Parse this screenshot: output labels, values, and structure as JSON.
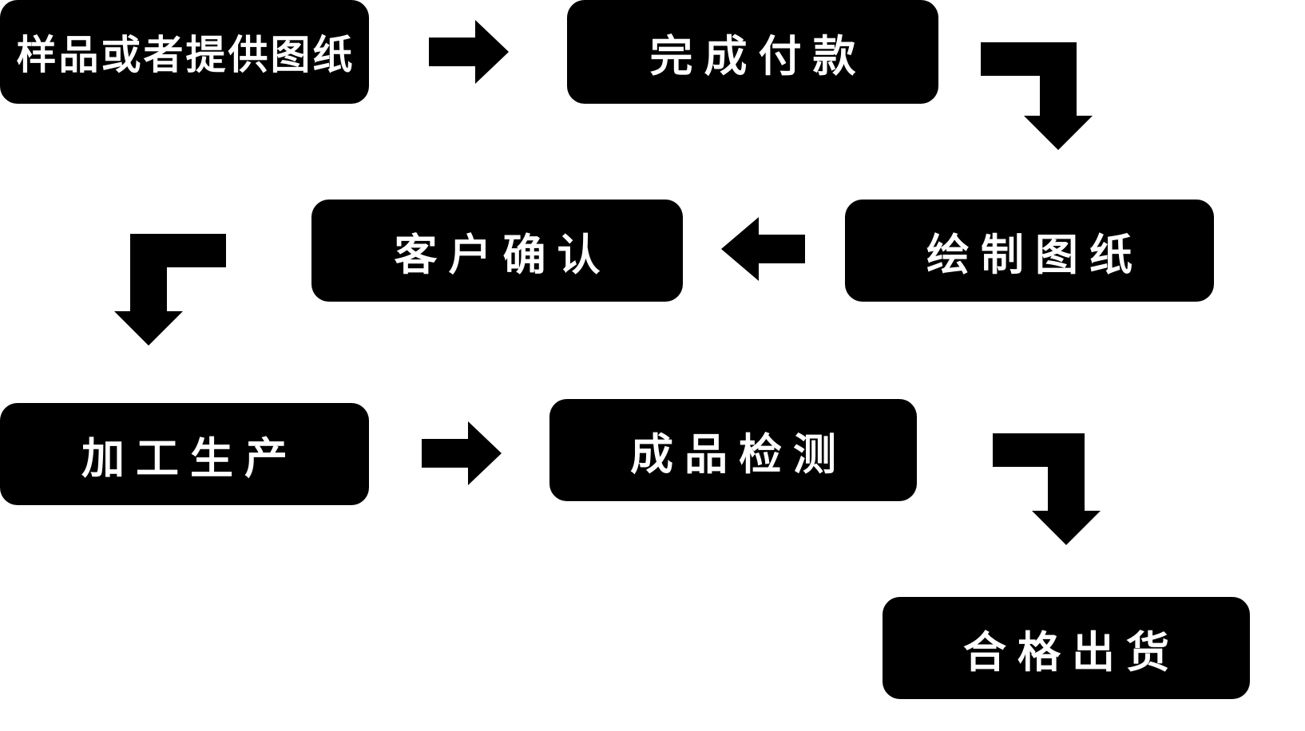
{
  "diagram": {
    "type": "flowchart",
    "background": "#ffffff",
    "node_color": "#000000",
    "text_color": "#ffffff",
    "arrow_color": "#000000",
    "nodes": [
      {
        "id": "sample-or-drawing",
        "label": "样品或者提供图纸"
      },
      {
        "id": "payment",
        "label": "完成付款"
      },
      {
        "id": "draw-drawing",
        "label": "绘制图纸"
      },
      {
        "id": "customer-confirm",
        "label": "客户确认"
      },
      {
        "id": "production",
        "label": "加工生产"
      },
      {
        "id": "product-inspect",
        "label": "成品检测"
      },
      {
        "id": "qualified-ship",
        "label": "合格出货"
      }
    ],
    "edges": [
      {
        "from": "sample-or-drawing",
        "to": "payment",
        "shape": "straight-right"
      },
      {
        "from": "payment",
        "to": "draw-drawing",
        "shape": "elbow-right-down"
      },
      {
        "from": "draw-drawing",
        "to": "customer-confirm",
        "shape": "straight-left"
      },
      {
        "from": "customer-confirm",
        "to": "production",
        "shape": "elbow-left-down"
      },
      {
        "from": "production",
        "to": "product-inspect",
        "shape": "straight-right"
      },
      {
        "from": "product-inspect",
        "to": "qualified-ship",
        "shape": "elbow-right-down"
      }
    ]
  }
}
